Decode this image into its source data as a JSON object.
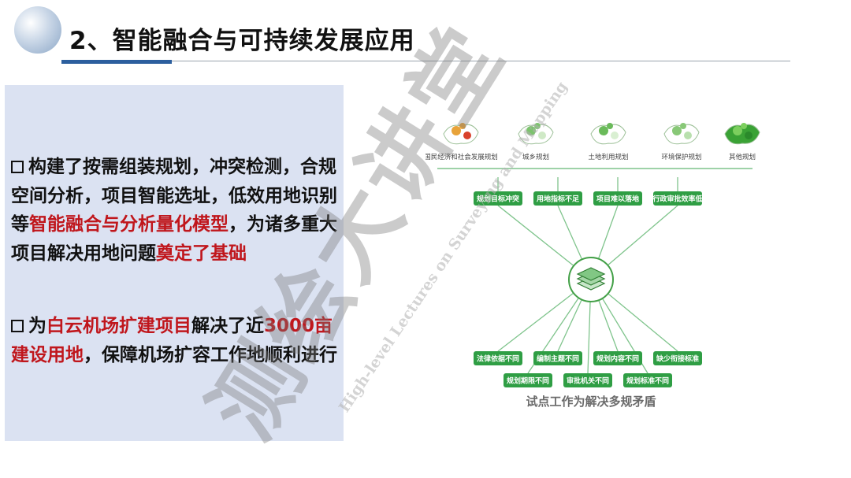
{
  "slide": {
    "title": "2、智能融合与可持续发展应用"
  },
  "bullets": [
    {
      "segments": [
        {
          "text": "构建了按需组装规划，冲突检测，合规空间分析，项目智能选址，低效用地识别等",
          "highlight": false
        },
        {
          "text": "智能融合与分析量化模型",
          "highlight": true
        },
        {
          "text": "，为诸多重大项目解决用地问题",
          "highlight": false
        },
        {
          "text": "奠定了基础",
          "highlight": true
        }
      ]
    },
    {
      "segments": [
        {
          "text": "为",
          "highlight": false
        },
        {
          "text": "白云机场扩建项目",
          "highlight": true
        },
        {
          "text": "解决了近",
          "highlight": false
        },
        {
          "text": "3000亩建设用地",
          "highlight": true
        },
        {
          "text": "，保障机场扩容工作地顺利进行",
          "highlight": false
        }
      ]
    }
  ],
  "diagram": {
    "plans": [
      "国民经济和社会发展规划",
      "城乡规划",
      "土地利用规划",
      "环境保护规划",
      "其他规划"
    ],
    "top_issues": [
      "规划目标冲突",
      "用地指标不足",
      "项目难以落地",
      "行政审批效率低"
    ],
    "bottom_issues_row1": [
      "法律依据不同",
      "编制主题不同",
      "规划内容不同",
      "缺少衔接标准"
    ],
    "bottom_issues_row2": [
      "规划期限不同",
      "审批机关不同",
      "规划标准不同"
    ],
    "caption": "试点工作为解决多规矛盾"
  },
  "watermark": {
    "calligraphy": "测绘大讲堂",
    "english": "High-level Lectures on Surveying and Mapping"
  },
  "colors": {
    "accent_red": "#c0161c",
    "box_bg": "#dbe2f2",
    "node_green": "#2f9e44",
    "title_rule": "#2c5f9e"
  }
}
